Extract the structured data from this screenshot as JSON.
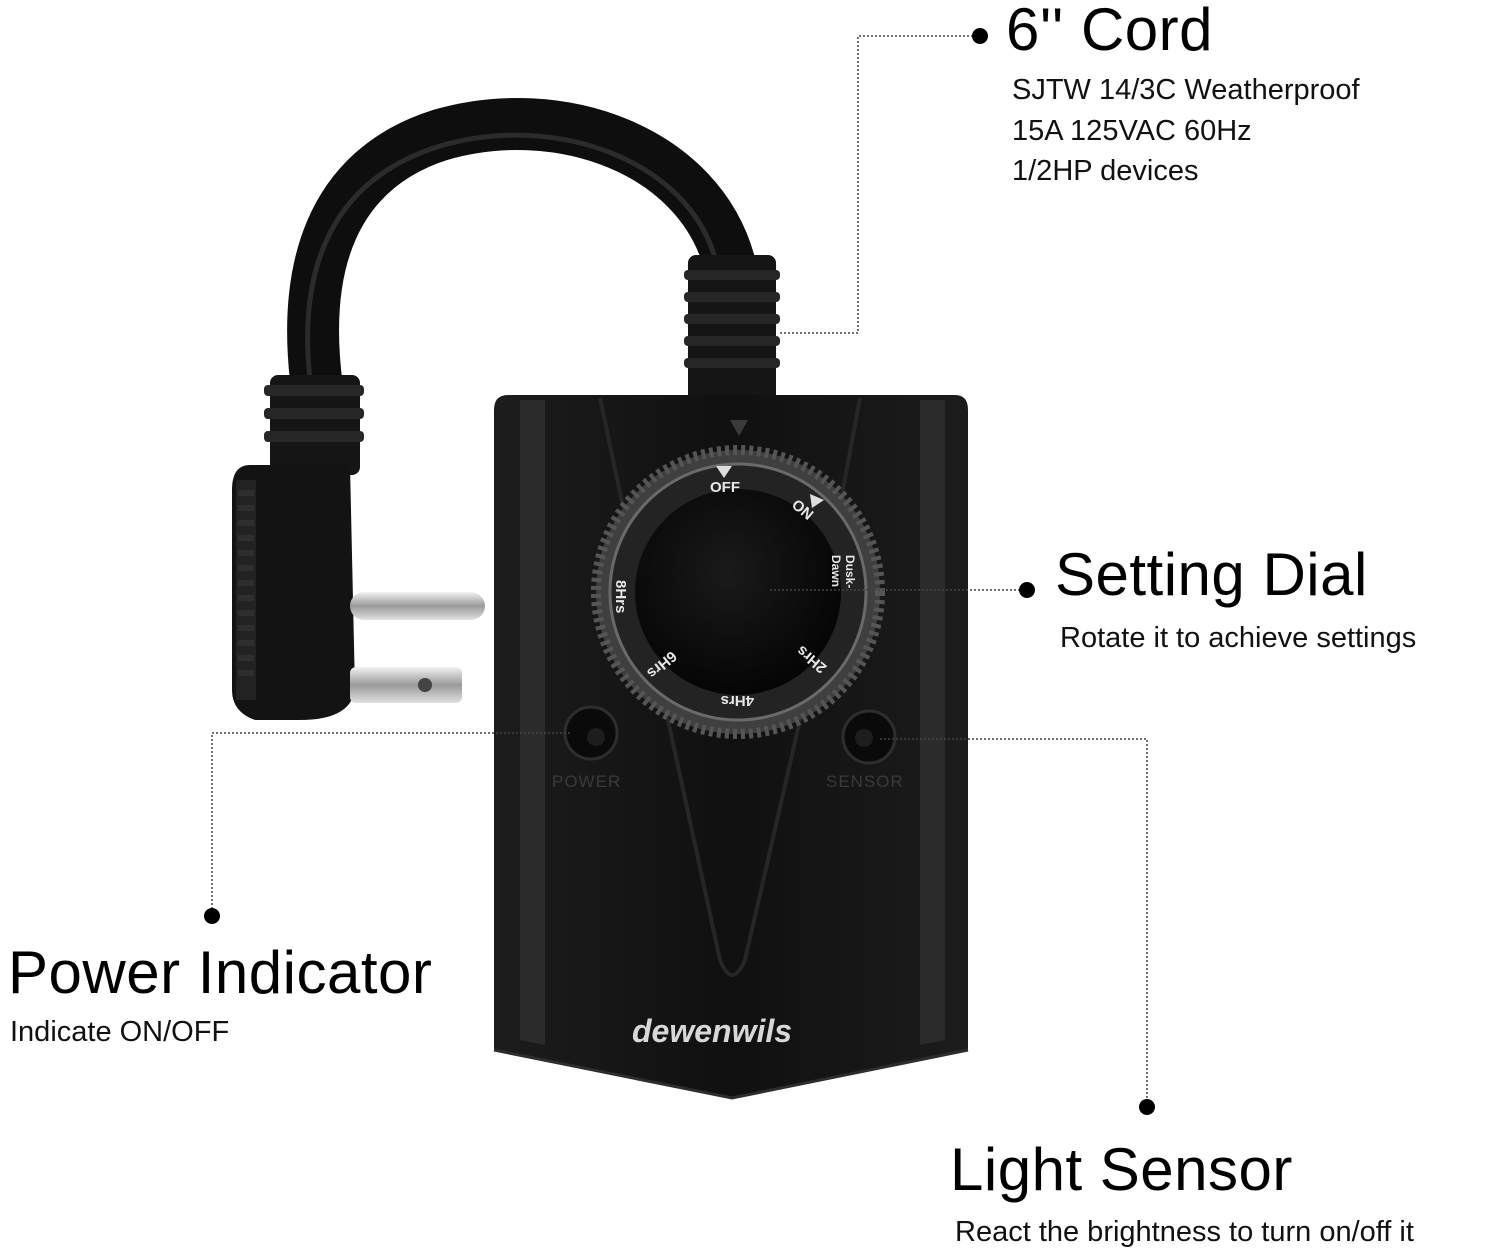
{
  "callouts": {
    "cord": {
      "title": "6'' Cord",
      "specs": [
        "SJTW 14/3C Weatherproof",
        "15A 125VAC 60Hz",
        "1/2HP devices"
      ]
    },
    "dial": {
      "title": "Setting Dial",
      "desc": "Rotate it to achieve settings"
    },
    "power": {
      "title": "Power Indicator",
      "desc": "Indicate ON/OFF"
    },
    "sensor": {
      "title": "Light Sensor",
      "desc": "React the brightness to turn on/off it"
    }
  },
  "device": {
    "brand": "dewenwils",
    "dial_labels": {
      "off": "OFF",
      "on": "ON",
      "dusk": "Dusk-",
      "dawn": "Dawn",
      "h2": "2Hrs",
      "h4": "4Hrs",
      "h6": "6Hrs",
      "h8": "8Hrs"
    },
    "power_label": "POWER",
    "sensor_label": "SENSOR"
  },
  "colors": {
    "device_body": "#141414",
    "device_edge": "#2a2a2a",
    "dial_ring": "#555555",
    "text": "#000000"
  }
}
